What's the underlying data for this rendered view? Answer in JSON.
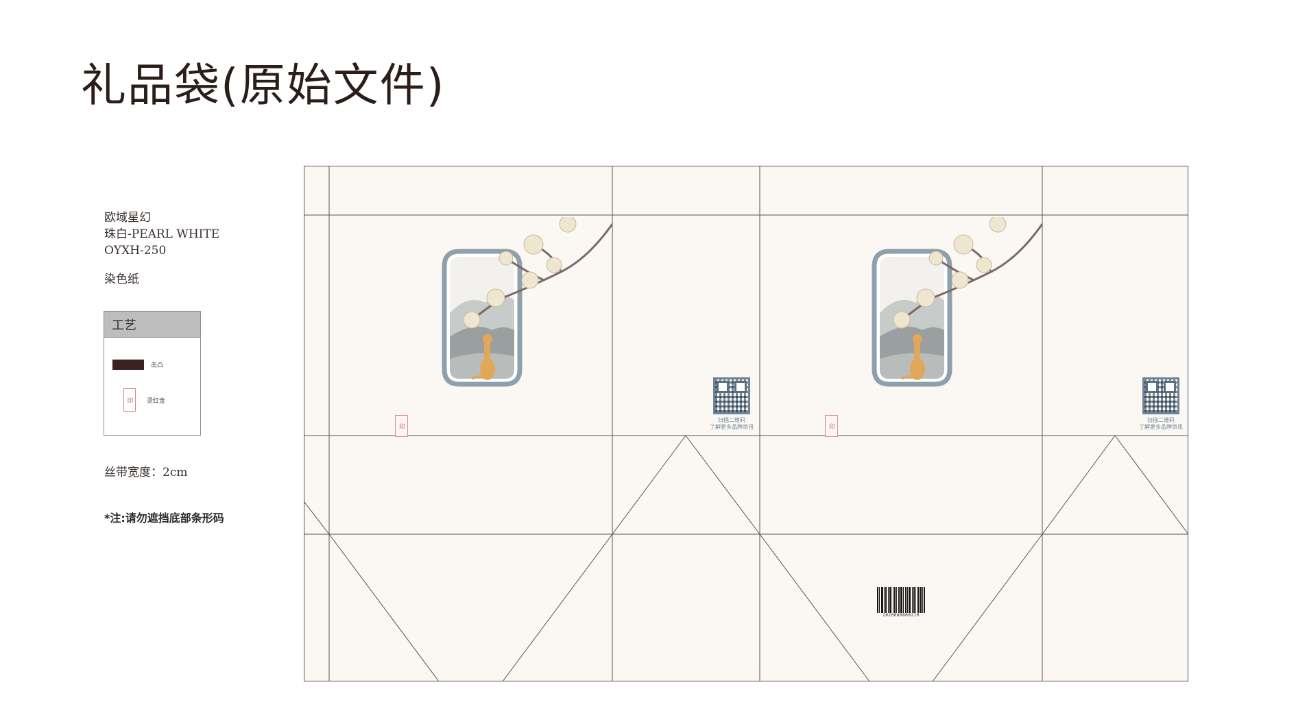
{
  "title": "礼品袋(原始文件)",
  "spec": {
    "lines": [
      "欧域星幻",
      "珠白-PEARL WHITE",
      "OYXH-250"
    ],
    "paper": "染色纸",
    "ribbon": "丝带宽度：2cm",
    "note": "*注:请勿遮挡底部条形码"
  },
  "craft": {
    "heading": "工艺",
    "items": [
      {
        "label": "击凸",
        "swatch_color": "#3a2220"
      },
      {
        "label": "烫红金",
        "swatch_color": "#c96a6a"
      }
    ]
  },
  "bag": {
    "qr_caption_line1": "扫描二维码",
    "qr_caption_line2": "了解更多品牌资讯",
    "barcode_number": "2020080800210",
    "colors": {
      "paper": "#fbf8f4",
      "frame": "#8ea0ab",
      "cat": "#e2a85a",
      "blossom": "#efe6cf",
      "branch": "#7b6a66",
      "mountain": "#9aa0a0"
    }
  }
}
